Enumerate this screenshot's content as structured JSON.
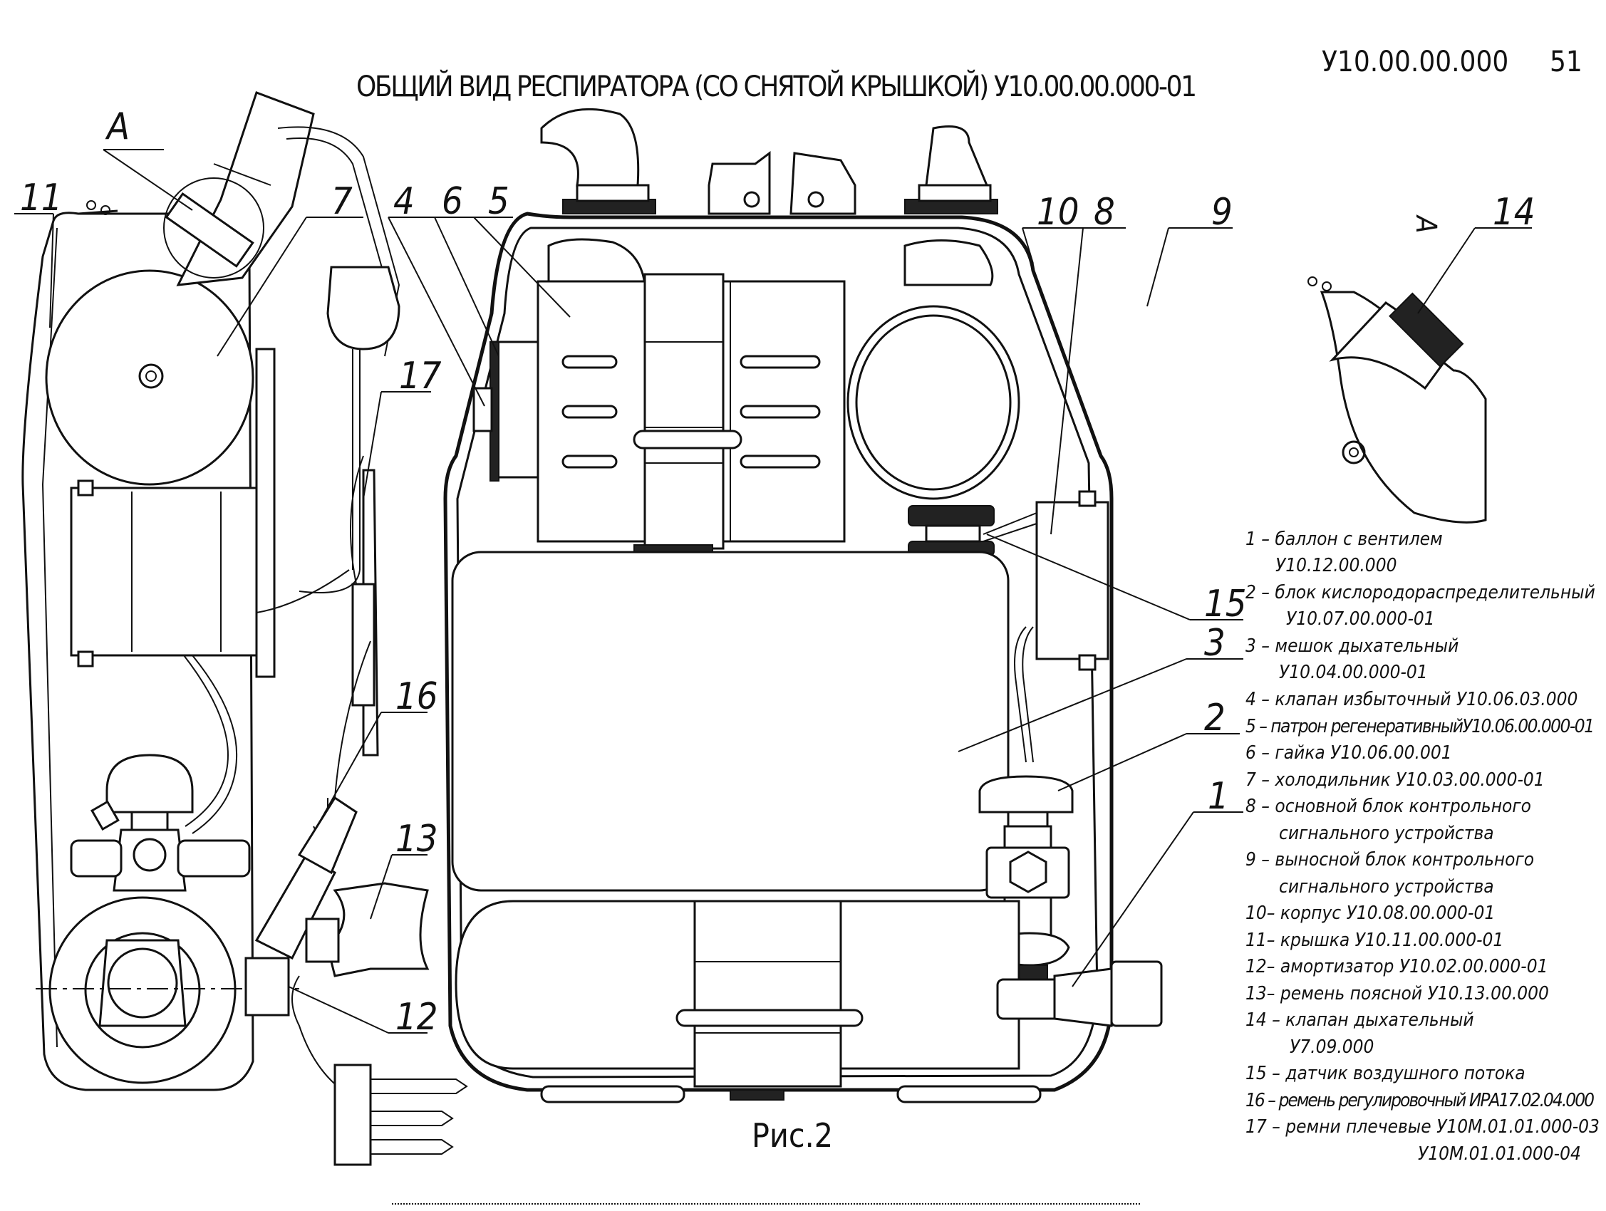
{
  "header": {
    "code": "У10.00.00.000",
    "page_number": "51",
    "title": "ОБЩИЙ ВИД РЕСПИРАТОРА (СО СНЯТОЙ КРЫШКОЙ) У10.00.00.000-01"
  },
  "view_label": "А",
  "view_arrow_label": "А",
  "caption": "Рис.2",
  "callouts": [
    "11",
    "7",
    "4",
    "6",
    "5",
    "17",
    "16",
    "13",
    "12",
    "10",
    "8",
    "9",
    "14",
    "15",
    "3",
    "2",
    "1"
  ],
  "legend": [
    {
      "line1": "1 – баллон с вентилем",
      "line2": "У10.12.00.000"
    },
    {
      "line1": "2 – блок кислородораспределительный",
      "line2": "У10.07.00.000-01"
    },
    {
      "line1": "3 – мешок дыхательный",
      "line2": "У10.04.00.000-01"
    },
    {
      "line1": "4 – клапан избыточный У10.06.03.000",
      "line2": ""
    },
    {
      "line1": "5 – патрон регенеративныйУ10.06.00.000-01",
      "line2": ""
    },
    {
      "line1": "6 – гайка У10.06.00.001",
      "line2": ""
    },
    {
      "line1": "7 – холодильник У10.03.00.000-01",
      "line2": ""
    },
    {
      "line1": "8 – основной блок контрольного",
      "line2": "сигнального устройства"
    },
    {
      "line1": "9 – выносной блок контрольного",
      "line2": "сигнального устройства"
    },
    {
      "line1": "10– корпус У10.08.00.000-01",
      "line2": ""
    },
    {
      "line1": "11– крышка У10.11.00.000-01",
      "line2": ""
    },
    {
      "line1": "12– амортизатор У10.02.00.000-01",
      "line2": ""
    },
    {
      "line1": "13– ремень поясной У10.13.00.000",
      "line2": ""
    },
    {
      "line1": "14 – клапан дыхательный",
      "line2": "У7.09.000"
    },
    {
      "line1": "15 – датчик воздушного потока",
      "line2": ""
    },
    {
      "line1": "16 – ремень регулировочный ИРА17.02.04.000",
      "line2": ""
    },
    {
      "line1": "17 – ремни плечевые  У10М.01.01.000-03",
      "line2": "У10М.01.01.000-04"
    }
  ]
}
